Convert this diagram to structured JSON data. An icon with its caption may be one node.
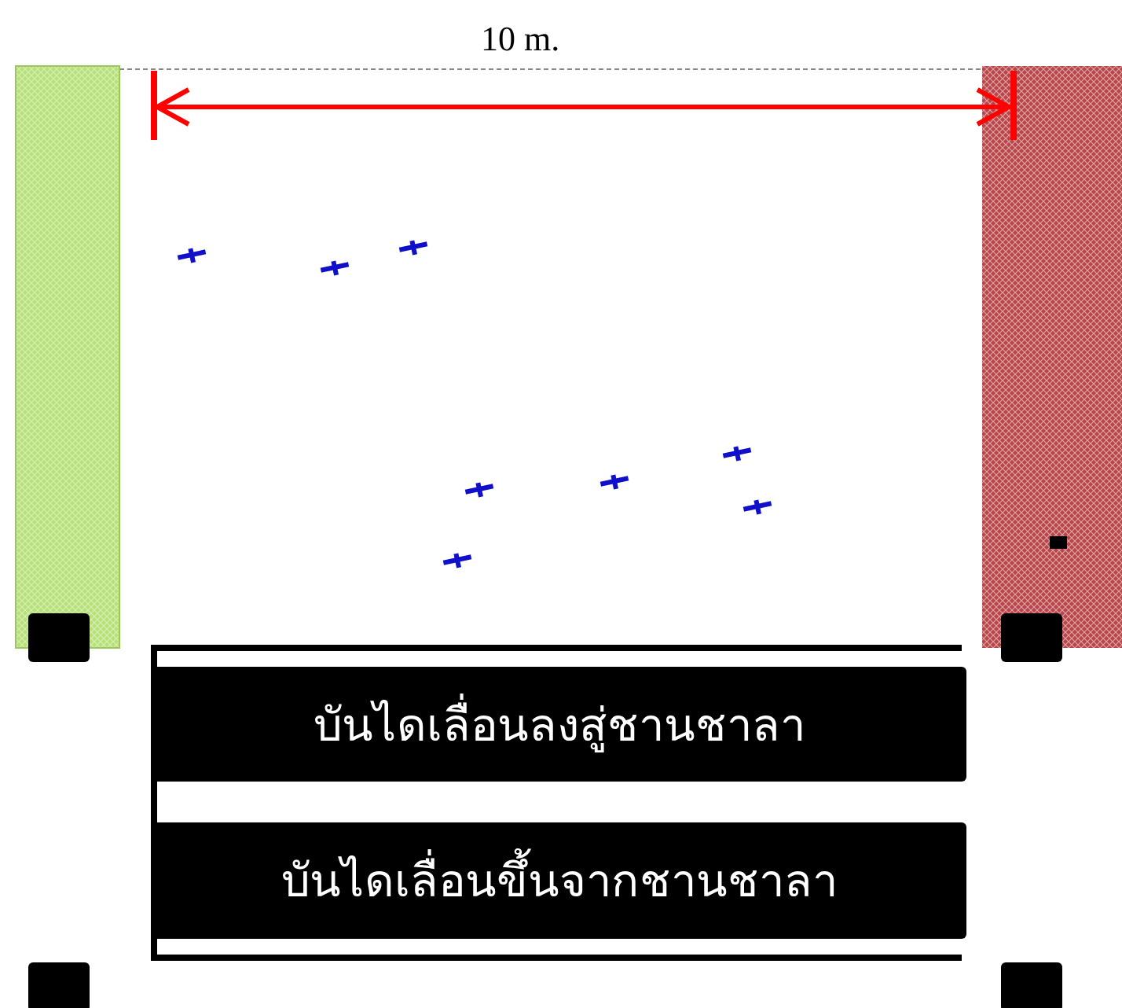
{
  "diagram": {
    "nodes": [
      {
        "text": [
          "บันไดเลื่อนลงสู่ชานชาลา"
        ]
      },
      {
        "text": [
          "บันไดเลื่อนขึ้นจากชานชาลา"
        ]
      }
    ],
    "edges": [],
    "labels": [
      "10 m."
    ]
  }
}
